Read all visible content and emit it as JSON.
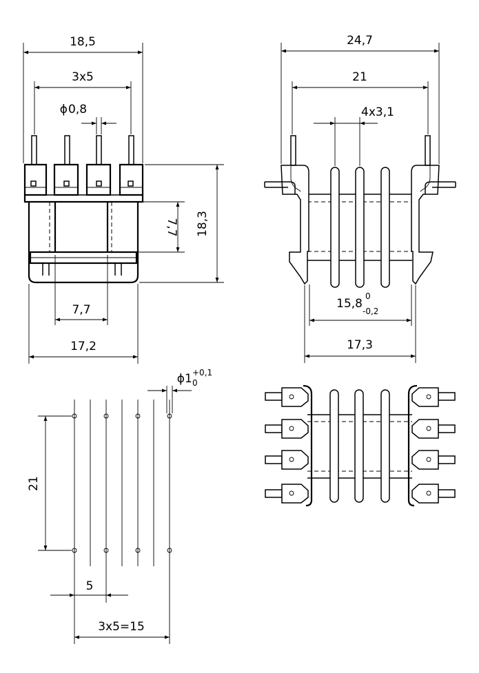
{
  "front_view": {
    "overall_width": "18,5",
    "pin_pitch": "3x5",
    "pin_diameter_symbol": "ϕ",
    "pin_diameter": "0,8",
    "window_height": "7,7",
    "overall_height": "18,3",
    "window_width": "7,7",
    "base_width": "17,2"
  },
  "side_view": {
    "overall_width": "24,7",
    "pin_row_spacing": "21",
    "flange_pitch": "4x3,1",
    "core_length_base": "15,8",
    "core_length_tol_upper": "0",
    "core_length_tol_lower": "-0,2",
    "base_width": "17,3"
  },
  "footprint": {
    "hole_diameter_symbol": "ϕ",
    "hole_diameter_base": "1",
    "hole_diameter_tol_upper": "+0,1",
    "hole_diameter_tol_lower": "0",
    "row_spacing": "21",
    "pitch": "5",
    "total_pitch": "3x5=15"
  }
}
